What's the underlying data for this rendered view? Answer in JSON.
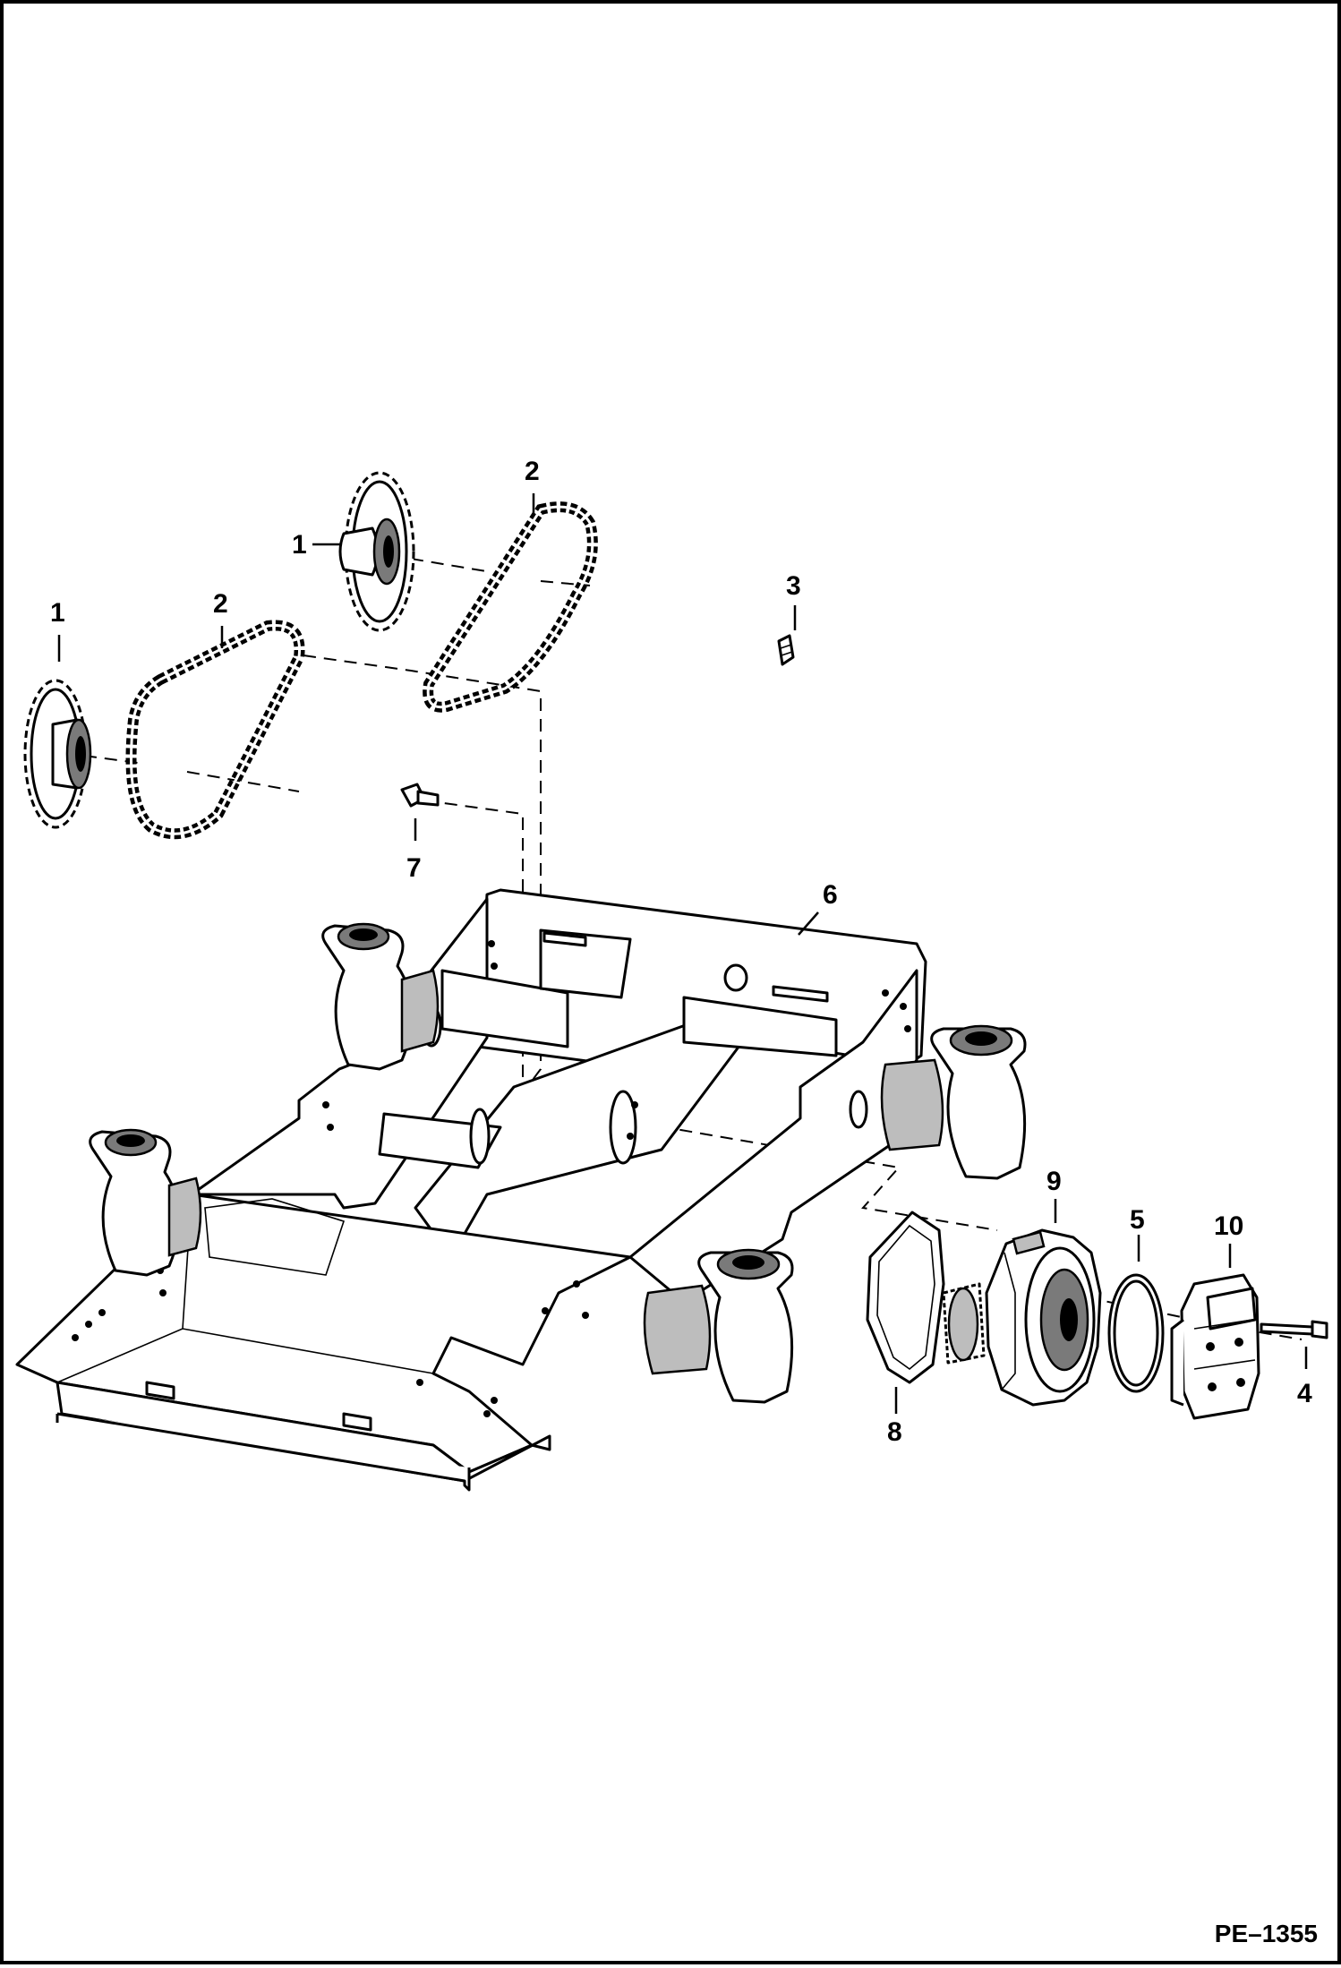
{
  "figure_id": "PE–1355",
  "callouts": [
    {
      "id": "callout-1a",
      "text": "1"
    },
    {
      "id": "callout-1b",
      "text": "1"
    },
    {
      "id": "callout-2a",
      "text": "2"
    },
    {
      "id": "callout-2b",
      "text": "2"
    },
    {
      "id": "callout-3",
      "text": "3"
    },
    {
      "id": "callout-4",
      "text": "4"
    },
    {
      "id": "callout-5",
      "text": "5"
    },
    {
      "id": "callout-6",
      "text": "6"
    },
    {
      "id": "callout-7",
      "text": "7"
    },
    {
      "id": "callout-8",
      "text": "8"
    },
    {
      "id": "callout-9",
      "text": "9"
    },
    {
      "id": "callout-10",
      "text": "10"
    }
  ]
}
